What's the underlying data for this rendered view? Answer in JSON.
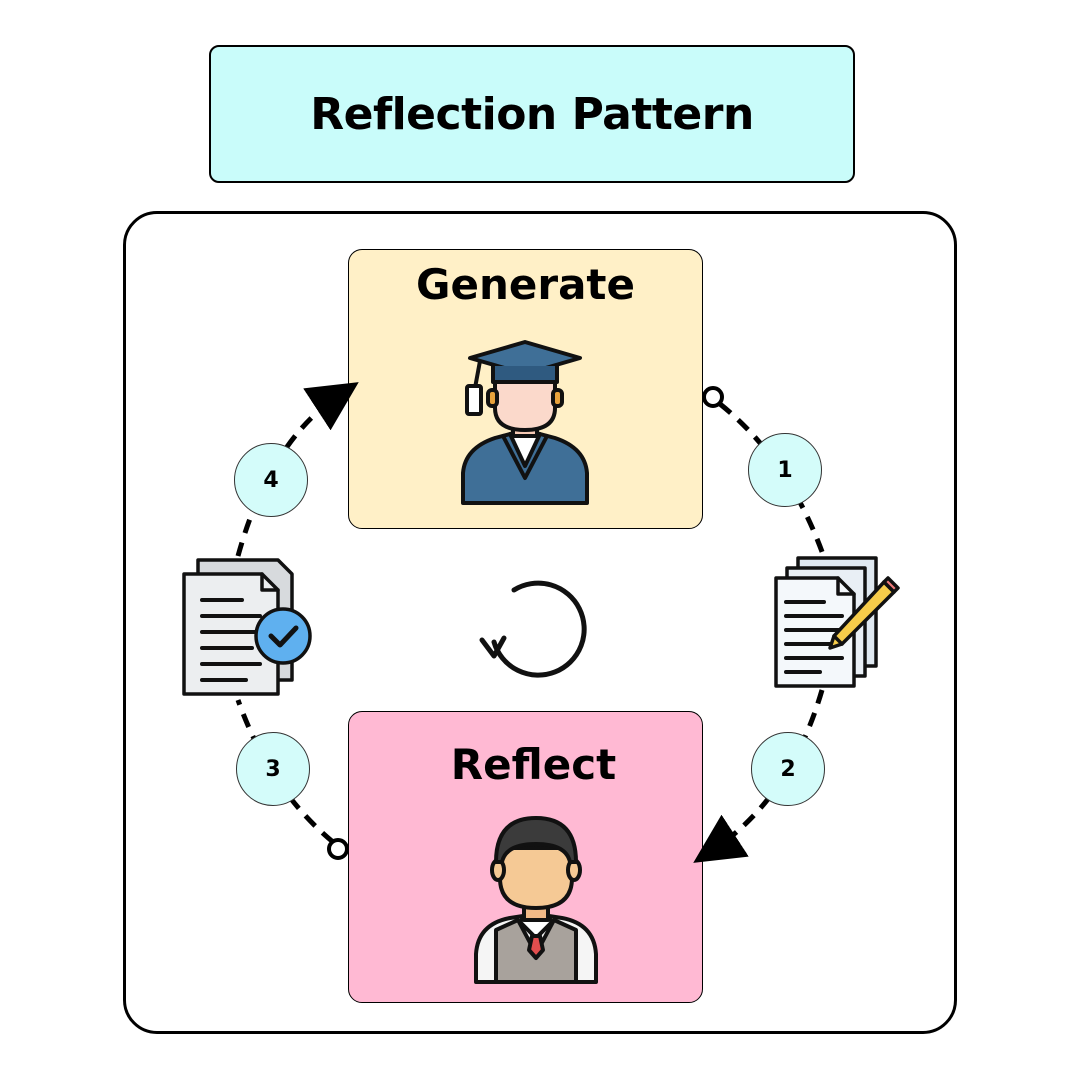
{
  "title": "Reflection Pattern",
  "nodes": {
    "generate": {
      "label": "Generate",
      "icon": "graduate-student-icon"
    },
    "reflect": {
      "label": "Reflect",
      "icon": "student-reviewer-icon"
    }
  },
  "steps": [
    "1",
    "2",
    "3",
    "4"
  ],
  "icons": {
    "right": "draft-document-pencil-icon",
    "left": "approved-document-check-icon",
    "center": "cycle-refresh-icon"
  },
  "colors": {
    "title_bg": "#c9fcfa",
    "generate_bg": "#fff0c7",
    "reflect_bg": "#ffb9d3",
    "step_bg": "#d4fcfa",
    "cap_blue": "#3f6f97",
    "check_blue": "#5fb0ef"
  }
}
